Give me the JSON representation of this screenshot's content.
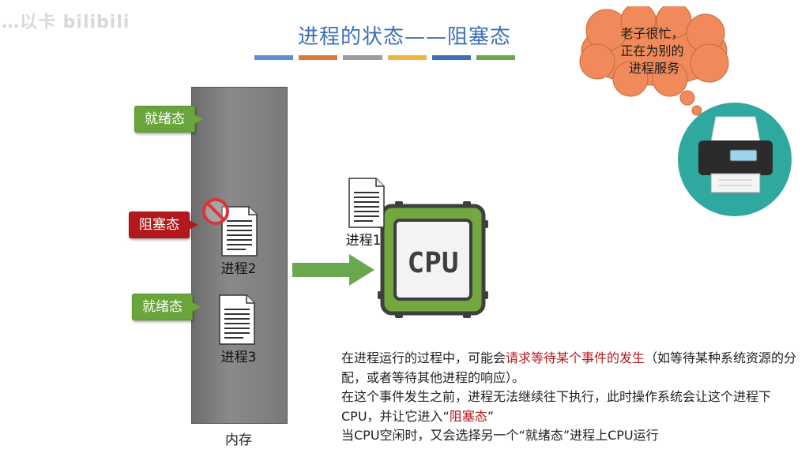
{
  "watermark": "…以卡 bilibili",
  "title": "进程的状态——阻塞态",
  "title_bar_colors": [
    "#5b8fcf",
    "#e0763a",
    "#9c9c9c",
    "#f0b63a",
    "#3b6fb6",
    "#6aa84f"
  ],
  "memory": {
    "label": "内存"
  },
  "states": {
    "ready_top": "就绪态",
    "blocked": "阻塞态",
    "ready_bottom": "就绪态"
  },
  "processes": {
    "p1": "进程1",
    "p2": "进程2",
    "p3": "进程3"
  },
  "cpu": {
    "label": "CPU"
  },
  "thought_bubble": [
    "老子很忙，",
    "正在为别的",
    "进程服务"
  ],
  "explanation": {
    "line1_a": "在进程运行的过程中，可能会",
    "line1_highlight": "请求等待某个事件的发生",
    "line1_b": "（如等待某种系统资源的分配，或者等待其他进程的响应）。",
    "line2_a": "在这个事件发生之前，进程无法继续往下执行，此时操作系统会让这个进程下CPU，并让它进入“",
    "line2_highlight": "阻塞态",
    "line2_b": "”",
    "line3": "当CPU空闲时，又会选择另一个“就绪态”进程上CPU运行"
  },
  "colors": {
    "title": "#3b6fb6",
    "green": "#69a53a",
    "red": "#b3191c",
    "memory": "#7a7a7a",
    "teal": "#2fa8a0",
    "bubble": "#f08a5a"
  }
}
